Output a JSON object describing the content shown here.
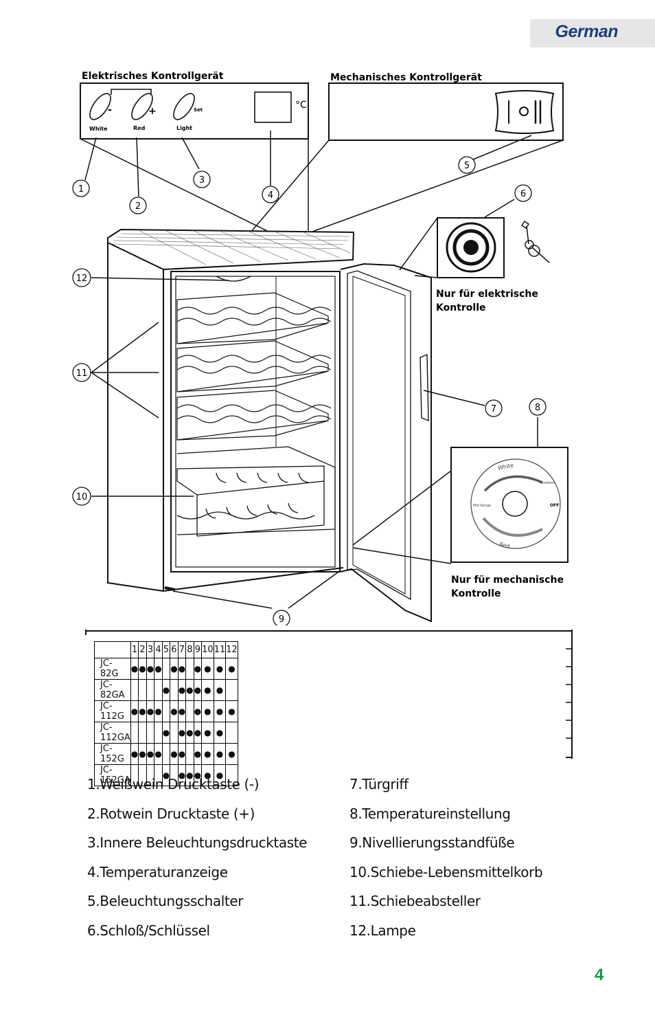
{
  "language_tab": "German",
  "panel_labels": {
    "electronic": "Elektrisches Kontrollgerät",
    "mechanical": "Mechanisches Kontrollgerät"
  },
  "buttons": {
    "white": "White",
    "red": "Red",
    "light": "Light",
    "set": "Set",
    "minus": "-",
    "plus": "+"
  },
  "temp_unit": "°C",
  "callouts": [
    "1",
    "2",
    "3",
    "4",
    "5",
    "6",
    "7",
    "8",
    "9",
    "10",
    "11",
    "12"
  ],
  "lock_caption": [
    "Nur für elektrische",
    "Kontrolle"
  ],
  "mech_caption": [
    "Nur für mechanische",
    "Kontrolle"
  ],
  "dial": {
    "white": "White",
    "coldest": "Coldest",
    "mid_range": "Mid Range",
    "off": "OFF",
    "red": "Red"
  },
  "table": {
    "columns": [
      "1",
      "2",
      "3",
      "4",
      "5",
      "6",
      "7",
      "8",
      "9",
      "10",
      "11",
      "12"
    ],
    "marker": "●",
    "rows": [
      {
        "model": "JC-82G",
        "cols": [
          1,
          2,
          3,
          4,
          6,
          7,
          9,
          10,
          11,
          12
        ]
      },
      {
        "model": "JC-82GA",
        "cols": [
          5,
          7,
          8,
          9,
          10,
          11
        ]
      },
      {
        "model": "JC-112G",
        "cols": [
          1,
          2,
          3,
          4,
          6,
          7,
          9,
          10,
          11,
          12
        ]
      },
      {
        "model": "JC-112GA",
        "cols": [
          5,
          7,
          8,
          9,
          10,
          11
        ]
      },
      {
        "model": "JC-152G",
        "cols": [
          1,
          2,
          3,
          4,
          6,
          7,
          9,
          10,
          11,
          12
        ]
      },
      {
        "model": "JC-152GA",
        "cols": [
          5,
          7,
          8,
          9,
          10,
          11
        ]
      }
    ]
  },
  "legend_left": [
    "1.Weißwein Drucktaste  (-)",
    "2.Rotwein Drucktaste  (+)",
    "3.Innere Beleuchtungsdrucktaste",
    "4.Temperaturanzeige",
    "5.Beleuchtungsschalter",
    "6.Schloß/Schlüssel"
  ],
  "legend_right": [
    "7.Türgriff",
    "8.Temperatureinstellung",
    "9.Nivellierungsstandfüße",
    "10.Schiebe-Lebensmittelkorb",
    "11.Schiebeabsteller",
    "12.Lampe"
  ],
  "page_number": "4"
}
